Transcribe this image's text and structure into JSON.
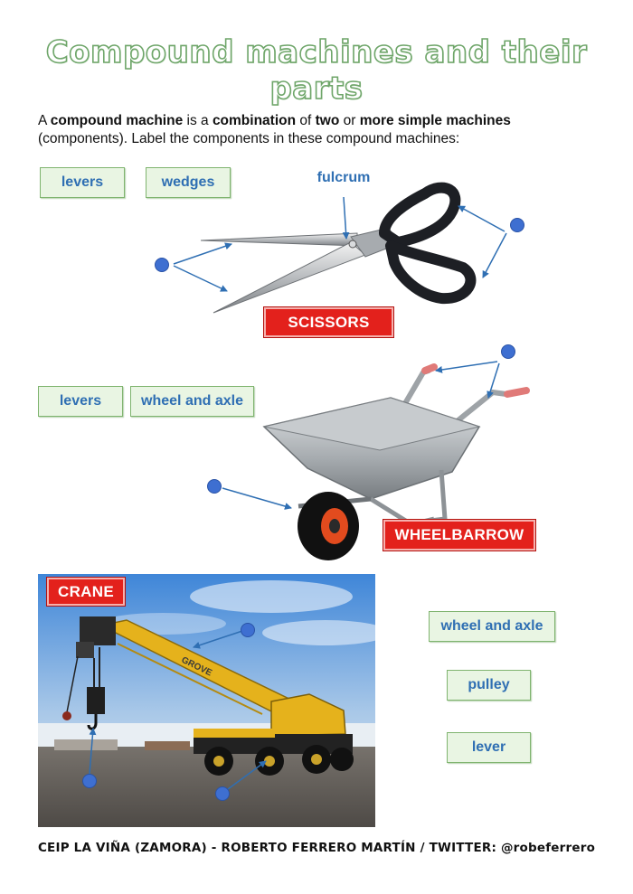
{
  "title": "Compound machines and their parts",
  "intro": {
    "t1": "A ",
    "b1": "compound machine",
    "t2": " is a ",
    "b2": "combination",
    "t3": " of ",
    "b3": "two",
    "t4": " or ",
    "b4": "more simple machines",
    "t5": "(components). Label the components in these compound machines:"
  },
  "scissors": {
    "label": "SCISSORS",
    "fulcrum": "fulcrum",
    "words": [
      "levers",
      "wedges"
    ]
  },
  "wheelbarrow": {
    "label": "WHEELBARROW",
    "words": [
      "levers",
      "wheel and axle"
    ]
  },
  "crane": {
    "label": "CRANE",
    "brand": "GROVE",
    "words": [
      "wheel and axle",
      "pulley",
      "lever"
    ]
  },
  "footer": "CEIP LA VIÑA (ZAMORA) - ROBERTO FERRERO MARTÍN / TWITTER: @robeferrero",
  "colors": {
    "word_text": "#2f6fb3",
    "word_bg": "#e9f5e3",
    "label_red": "#e3211c",
    "dot_blue": "#3e6fd1",
    "title_outline": "#6fa66a"
  }
}
